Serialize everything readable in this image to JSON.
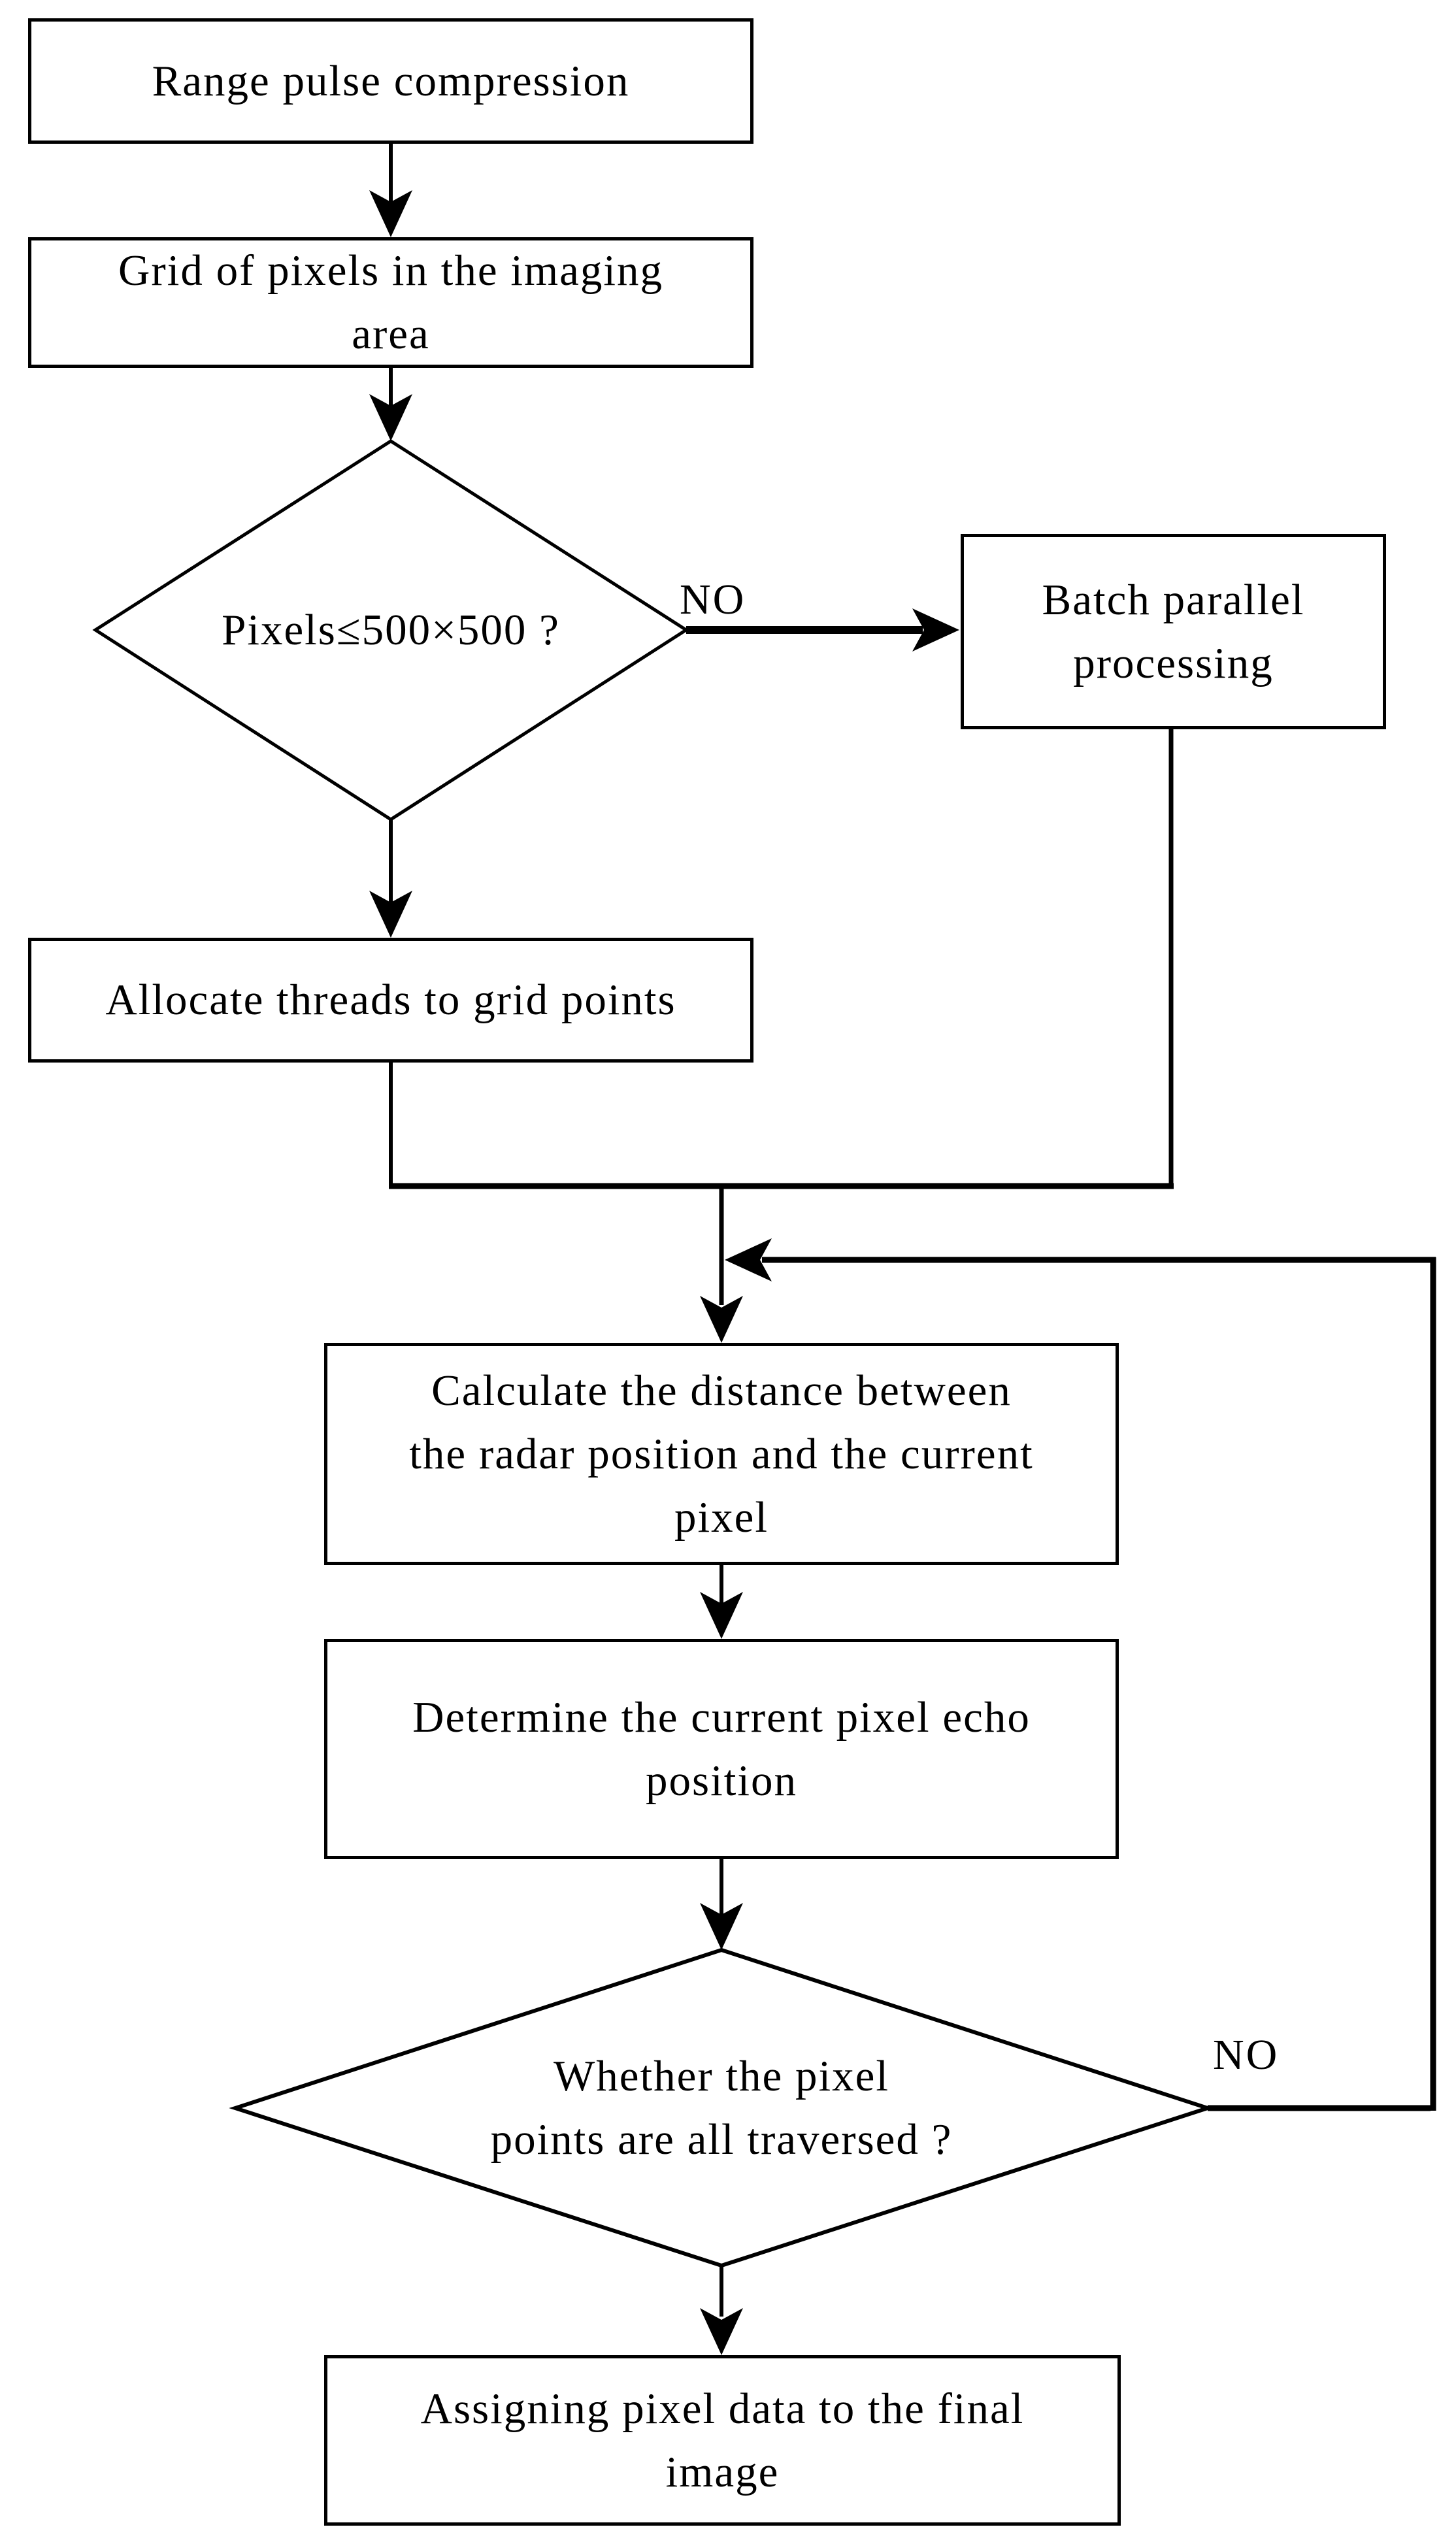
{
  "figure": {
    "background_color": "#ffffff",
    "line_color": "#000000",
    "nodes": {
      "range_pulse": {
        "type": "process",
        "label": "Range pulse compression",
        "lines": [
          "Range pulse compression"
        ]
      },
      "grid_pixels": {
        "type": "process",
        "label": "Grid of pixels in the imaging area",
        "lines": [
          "Grid of pixels in the imaging",
          "area"
        ]
      },
      "pixels_check": {
        "type": "decision",
        "label": "Pixels≤500×500 ?",
        "lines": [
          "Pixels≤500×500 ?"
        ]
      },
      "batch_parallel": {
        "type": "process",
        "label": "Batch parallel processing",
        "lines": [
          "Batch parallel",
          "processing"
        ]
      },
      "allocate_threads": {
        "type": "process",
        "label": "Allocate threads to grid points",
        "lines": [
          "Allocate threads to grid points"
        ]
      },
      "calc_distance": {
        "type": "process",
        "label": "Calculate the distance between the radar position and the current pixel",
        "lines": [
          "Calculate the distance between",
          "the radar position and the current",
          "pixel"
        ]
      },
      "echo_position": {
        "type": "process",
        "label": "Determine the current pixel echo position",
        "lines": [
          "Determine the current pixel echo",
          "position"
        ]
      },
      "traversed_check": {
        "type": "decision",
        "label": "Whether the pixel points are all traversed ?",
        "lines": [
          "Whether the pixel",
          "points are all traversed ?"
        ]
      },
      "assign_pixels": {
        "type": "process",
        "label": "Assigning pixel data to the final image",
        "lines": [
          "Assigning pixel data to the final",
          "image"
        ]
      }
    },
    "edge_labels": {
      "pixels_no": "NO",
      "traversed_no": "NO"
    }
  }
}
